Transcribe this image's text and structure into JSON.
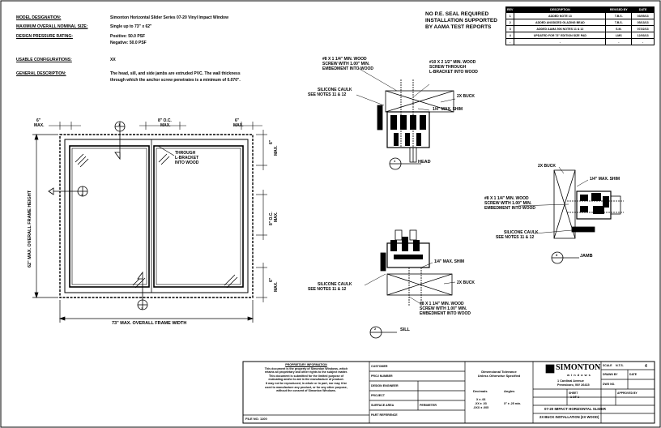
{
  "spec": {
    "rows": [
      {
        "label": "MODEL DESIGNATION:",
        "value": "Simonton Horizontal Slider Series 07-20 Vinyl Impact Window"
      },
      {
        "label": "MAXIMUM OVERALL NOMINAL SIZE:",
        "value": "Single up to 73\" x 62\""
      },
      {
        "label": "DESIGN PRESSURE RATING:",
        "value": "Positive: 50.0 PSF"
      },
      {
        "label": "",
        "value": "Negative: 50.0 PSF"
      },
      {
        "label": "USABLE CONFIGURATIONS:",
        "value": "XX"
      },
      {
        "label": "GENERAL DESCRIPTION:",
        "value": "The head, sill, and side jambs are extruded PVC. The wall thickness"
      },
      {
        "label": "",
        "value": "through which the anchor screw penetrates is a minimum of 0.070\"."
      }
    ]
  },
  "pe_note": [
    "NO P.E. SEAL REQUIRED",
    "INSTALLATION SUPPORTED",
    "BY AAMA TEST REPORTS"
  ],
  "revisions": {
    "headers": [
      "REV",
      "DESCRIPTION",
      "REVISED BY",
      "DATE"
    ],
    "rows": [
      [
        "1",
        "ADDED NOTE 13",
        "T.B.S.",
        "03/05/13"
      ],
      [
        "2",
        "ADDED ANODIZED GLAZING BEAD",
        "T.B.S.",
        "05/13/13"
      ],
      [
        "3",
        "ADDED AAMA 506 NOTES 11 & 12",
        "S.M.",
        "07/22/13"
      ],
      [
        "4",
        "UPDATED FOR 73\" EDITION SIZE PAD",
        "LMS",
        "12/03/13"
      ],
      [
        "-",
        "-",
        "-",
        "-"
      ]
    ]
  },
  "elevation": {
    "dims": {
      "edge_top": "6\"",
      "edge_top_sub": "MAX.",
      "oc_top": "8\" O.C.",
      "oc_top_sub": "MAX.",
      "edge_right_top": "6\"",
      "edge_right_top_sub": "MAX.",
      "right_edge": "6\"",
      "right_edge_sub": "MAX.",
      "right_oc": "8\" O.C.",
      "right_oc_sub": "MAX.",
      "right_edge2": "6\"",
      "right_edge2_sub": "MAX.",
      "height": "62\" MAX. OVERALL FRAME HEIGHT",
      "width": "73\" MAX. OVERALL FRAME WIDTH"
    },
    "callout": [
      "THROUGH",
      "L-BRACKET",
      "INTO WOOD"
    ],
    "markers": [
      "1",
      "2",
      "3"
    ]
  },
  "head_detail": {
    "title": "HEAD",
    "marker": "1",
    "notes": {
      "screw_a": [
        "#8 X 1 1/4\" MIN. WOOD",
        "SCREW WITH 1.00\" MIN.",
        "EMBEDMENT INTO WOOD"
      ],
      "screw_b": [
        "#10 X 2 1/2\" MIN. WOOD",
        "SCREW THROUGH",
        "L-BRACKET INTO WOOD"
      ],
      "caulk": [
        "SILICONE CAULK",
        "SEE NOTES 11 & 12"
      ],
      "buck": "2X BUCK",
      "shim": "1/4\" MAX. SHIM"
    }
  },
  "sill_detail": {
    "title": "SILL",
    "marker": "2",
    "notes": {
      "shim": "1/4\" MAX. SHIM",
      "caulk": [
        "SILICONE CAULK",
        "SEE NOTES 11 & 12"
      ],
      "buck": "2X BUCK",
      "screw": [
        "#8 X 1 1/4\" MIN. WOOD",
        "SCREW WITH 1.00\" MIN.",
        "EMBEDMENT INTO WOOD"
      ]
    }
  },
  "jamb_detail": {
    "title": "JAMB",
    "marker": "3",
    "notes": {
      "buck": "2X BUCK",
      "shim": "1/4\" MAX. SHIM",
      "screw": [
        "#8 X 1 1/4\" MIN. WOOD",
        "SCREW WITH 1.00\" MIN.",
        "EMBEDMENT INTO WOOD"
      ],
      "caulk": [
        "SILICONE CAULK",
        "SEE NOTES 11 & 12"
      ]
    }
  },
  "title_block": {
    "disclaimer_title": "PROPRIETARY INFORMATION",
    "disclaimer": [
      "This document is the property of Simonton Windows, which",
      "retains all proprietary and other rights to the subject matter.",
      "This document is submitted for the limited purpose of",
      "evaluating and/or to aid in the manufacture of product.",
      "It may not be reproduced, in whole or in part, nor may it be",
      "used to manufacture any product, or for any other purpose,",
      "without the consent of Simonton Windows."
    ],
    "file_no": "FILE NO. 1100",
    "fields": [
      "CUSTOMER",
      "PROJ NUMBER",
      "DESIGN ENGINEER",
      "PROJECT",
      "SURFACE AREA",
      "PART REFERENCE"
    ],
    "field_values": [
      "",
      "",
      "",
      "",
      "PERIMETER",
      ""
    ],
    "tolerance": [
      "Dimensional Tolerance",
      "Unless Otherwise Specified"
    ],
    "tol_cols": [
      "Decimals",
      "Angles"
    ],
    "tol_values": [
      "X ± .06",
      ".XX ± .03",
      ".XXX ± .005",
      "X° ± .25 min."
    ],
    "company": "SIMONTON",
    "company_sub": "windows",
    "address": [
      "1 Cardinal Avenue",
      "Pennsboro, WV 26415"
    ],
    "right_fields": [
      "SCALE",
      "DRAWN BY",
      "DATE",
      "DWG NO.",
      "SHEET",
      "APPROVED BY"
    ],
    "right_values": [
      "N.T.S.",
      "",
      "",
      "",
      "1 OF 1",
      ""
    ],
    "dwg_title": "07-20 IMPACT HORIZONTAL SLIDER",
    "dwg_sub": "2X BUCK INSTALLATION (2X WOOD)",
    "drawing_no": "",
    "rev": "4"
  }
}
